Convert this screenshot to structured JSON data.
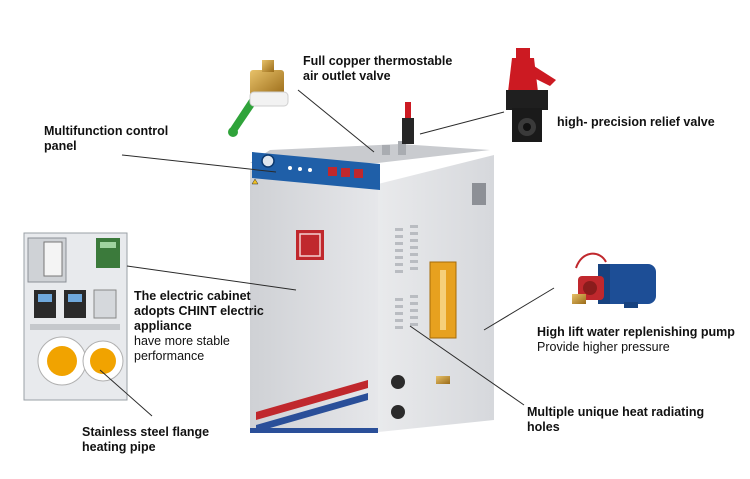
{
  "labels": {
    "thermostable_valve": {
      "line1": "Full copper thermostable",
      "line2": "air outlet valve"
    },
    "relief_valve": {
      "line1": "high- precision relief valve"
    },
    "control_panel": {
      "line1": "Multifunction control",
      "line2": "panel"
    },
    "electric_cabinet": {
      "line1": "The electric cabinet",
      "line2": "adopts CHINT electric",
      "line3": "appliance",
      "line4": "have more stable",
      "line5": "performance"
    },
    "pump": {
      "line1": "High lift water replenishing pump",
      "line2": "Provide higher pressure"
    },
    "radiating_holes": {
      "line1": "Multiple unique heat  radiating",
      "line2": "holes"
    },
    "heating_pipe": {
      "line1": "Stainless steel flange",
      "line2": "heating pipe"
    }
  },
  "colors": {
    "cabinet_body": "#dcdde0",
    "control_panel": "#1f5fa8",
    "red_stripe": "#c0282d",
    "window": "#e7a11f",
    "valve_handle": "#2fa33a",
    "relief_red": "#cc1a22",
    "pump_blue": "#1d4e96"
  }
}
